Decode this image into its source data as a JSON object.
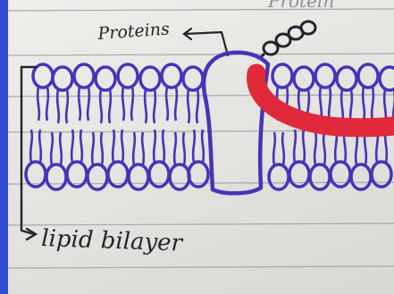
{
  "labels": {
    "protein": "Proteins",
    "bilayer": "lipid bilayer",
    "corner_text": "Protein"
  },
  "colors": {
    "ink_blue": "#4a32b8",
    "ink_dark": "#23232a",
    "highlight_red": "#e0293a",
    "margin_line": "#2f4fd2",
    "ruled_line": "#a8a7ab",
    "paper": "#ecebe8"
  },
  "icons": {
    "carbohydrate_chain": "chain-of-circles"
  }
}
